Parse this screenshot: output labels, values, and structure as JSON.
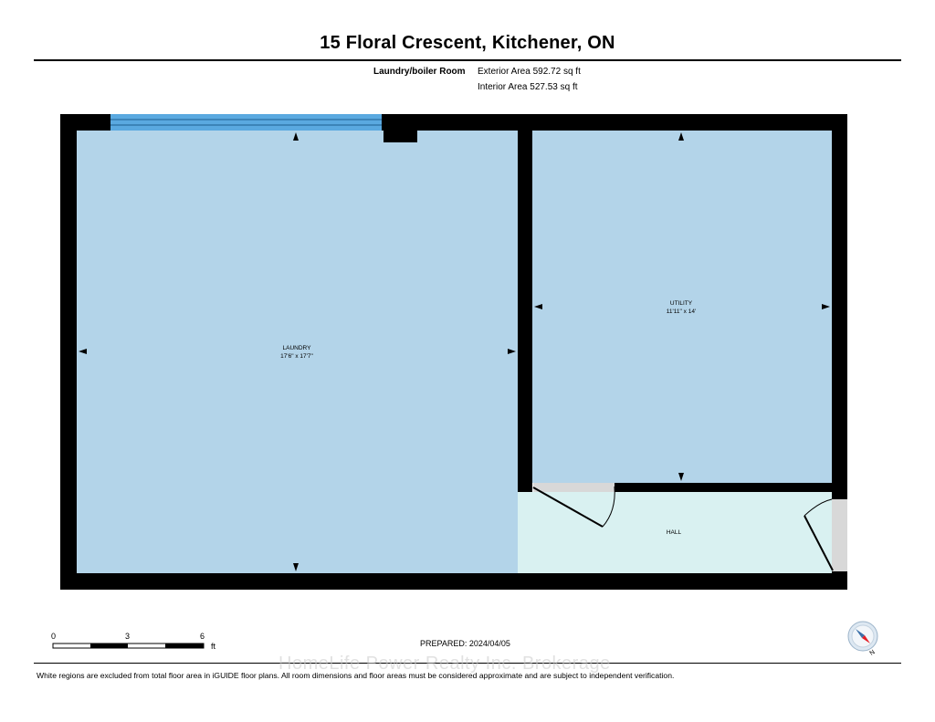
{
  "header": {
    "title": "15 Floral Crescent, Kitchener, ON",
    "floor_label": "Laundry/boiler Room",
    "exterior_area": "Exterior Area 592.72 sq ft",
    "interior_area": "Interior Area 527.53 sq ft"
  },
  "rooms": {
    "laundry": {
      "name": "LAUNDRY",
      "dims": "17'6\" x 17'7\""
    },
    "utility": {
      "name": "UTILITY",
      "dims": "11'11\" x 14'"
    },
    "hall": {
      "name": "HALL"
    }
  },
  "scale": {
    "ticks": [
      "0",
      "3",
      "6"
    ],
    "unit": "ft"
  },
  "prepared": "PREPARED: 2024/04/05",
  "watermark": "HomeLife Power Realty Inc. Brokerage",
  "footnote": "White regions are excluded from total floor area in iGUIDE floor plans. All room dimensions and floor areas must be considered approximate and are subject to independent verification.",
  "compass": {
    "label": "N"
  },
  "colors": {
    "room_fill": "#b3d4e9",
    "hall_fill": "#d9f1f1",
    "wall": "#000000",
    "window": "#5aa9e0",
    "compass_needle": "#e41e26"
  }
}
